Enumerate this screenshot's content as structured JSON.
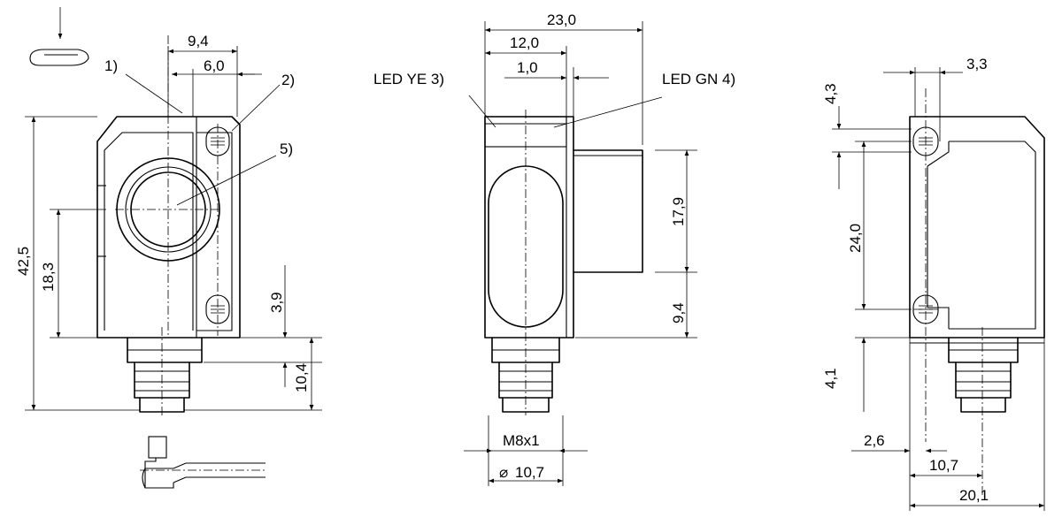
{
  "views": [
    "front-view",
    "side-view",
    "rear-view"
  ],
  "front_view": {
    "dims": {
      "w_9_4": "9,4",
      "w_6_0": "6,0",
      "h_42_5": "42,5",
      "h_18_3": "18,3",
      "h_3_9": "3,9",
      "h_10_4": "10,4"
    },
    "callouts": {
      "c1": "1)",
      "c2": "2)",
      "c5": "5)"
    }
  },
  "side_view": {
    "dims": {
      "w_23_0": "23,0",
      "w_12_0": "12,0",
      "w_1_0": "1,0",
      "h_17_9": "17,9",
      "h_9_4": "9,4",
      "thread": "M8x1",
      "diameter": "10,7"
    },
    "diameter_symbol": "⌀",
    "labels": {
      "led_ye": "LED YE 3)",
      "led_gn": "LED GN 4)"
    }
  },
  "rear_view": {
    "dims": {
      "w_3_3": "3,3",
      "h_4_3": "4,3",
      "h_24_0": "24,0",
      "h_4_1": "4,1",
      "w_2_6": "2,6",
      "w_10_7": "10,7",
      "w_20_1": "20,1"
    }
  }
}
